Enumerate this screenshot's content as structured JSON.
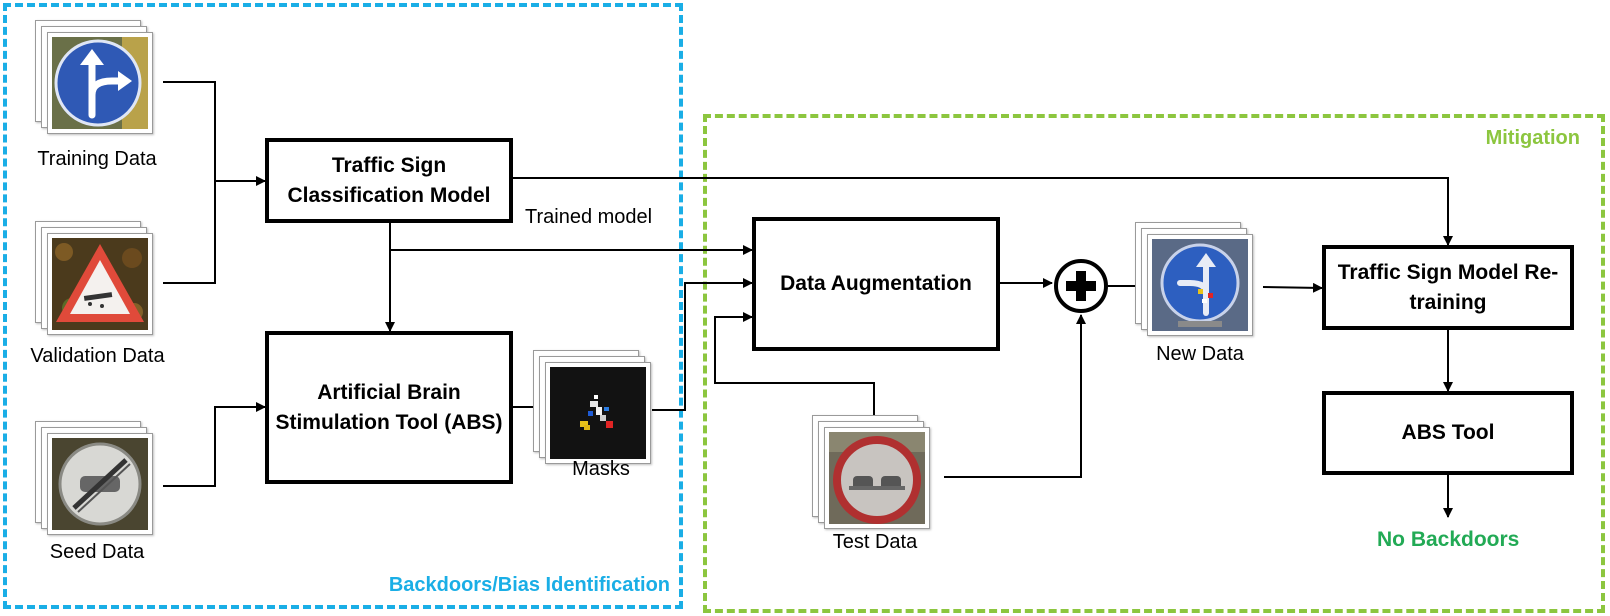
{
  "regions": {
    "identification_label": "Backdoors/Bias Identification",
    "mitigation_label": "Mitigation"
  },
  "data_sources": {
    "training": "Training Data",
    "validation": "Validation Data",
    "seed": "Seed Data",
    "masks": "Masks",
    "test": "Test Data",
    "new": "New Data"
  },
  "processes": {
    "classification_model": "Traffic Sign Classification Model",
    "abs_stimulation": "Artificial Brain Stimulation Tool (ABS)",
    "data_augmentation": "Data Augmentation",
    "retraining": "Traffic Sign Model Re-training",
    "abs_tool": "ABS Tool"
  },
  "edge_labels": {
    "trained_model": "Trained model"
  },
  "outcome": {
    "result": "No Backdoors"
  },
  "colors": {
    "identification": "#1aaee6",
    "mitigation": "#8cc63f",
    "outcome": "#22aa55"
  }
}
